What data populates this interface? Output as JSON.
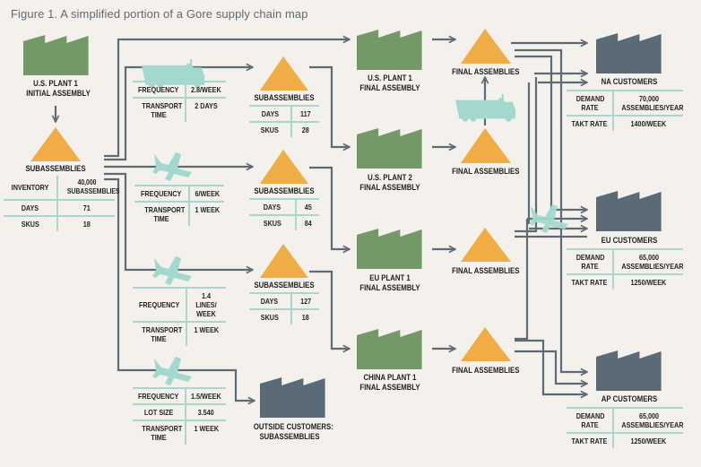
{
  "title": "Figure 1. A simplified portion of a Gore supply chain map",
  "colors": {
    "background": "#f4f1ec",
    "plant_green": "#739a66",
    "customer_slate": "#5a6a77",
    "inventory_orange": "#f0ad45",
    "transport_teal": "#a3d8cf",
    "line_slate": "#5e6a75",
    "table_rule": "#a7d7cf"
  },
  "nodes": {
    "us_plant1_initial": {
      "label_line1": "U.S. PLANT 1",
      "label_line2": "INITIAL ASSEMBLY",
      "icon": "factory-icon"
    },
    "sub_main": {
      "label": "SUBASSEMBLIES",
      "rows": [
        {
          "key": "INVENTORY",
          "value": "40,000 SUBASSEMBLIES"
        },
        {
          "key": "DAYS",
          "value": "71"
        },
        {
          "key": "SKUS",
          "value": "18"
        }
      ]
    },
    "transport_truck": {
      "icon": "truck-icon",
      "rows": [
        {
          "key": "FREQUENCY",
          "value": "2.8/WEEK"
        },
        {
          "key": "TRANSPORT TIME",
          "value": "2 DAYS"
        }
      ]
    },
    "transport_air1": {
      "icon": "airplane-icon",
      "rows": [
        {
          "key": "FREQUENCY",
          "value": "6/WEEK"
        },
        {
          "key": "TRANSPORT TIME",
          "value": "1 WEEK"
        }
      ]
    },
    "transport_air2": {
      "icon": "airplane-icon",
      "rows": [
        {
          "key": "FREQUENCY",
          "value": "1.4 LINES/ WEEK"
        },
        {
          "key": "TRANSPORT TIME",
          "value": "1 WEEK"
        }
      ]
    },
    "transport_air3": {
      "icon": "airplane-icon",
      "rows": [
        {
          "key": "FREQUENCY",
          "value": "1.5/WEEK"
        },
        {
          "key": "LOT SIZE",
          "value": "3.540"
        },
        {
          "key": "TRANSPORT TIME",
          "value": "1 WEEK"
        }
      ]
    },
    "sub_a": {
      "label": "SUBASSEMBLIES",
      "rows": [
        {
          "key": "DAYS",
          "value": "117"
        },
        {
          "key": "SKUS",
          "value": "28"
        }
      ]
    },
    "sub_b": {
      "label": "SUBASSEMBLIES",
      "rows": [
        {
          "key": "DAYS",
          "value": "45"
        },
        {
          "key": "SKUS",
          "value": "84"
        }
      ]
    },
    "sub_c": {
      "label": "SUBASSEMBLIES",
      "rows": [
        {
          "key": "DAYS",
          "value": "127"
        },
        {
          "key": "SKUS",
          "value": "18"
        }
      ]
    },
    "outside_customers": {
      "label_line1": "OUTSIDE CUSTOMERS:",
      "label_line2": "SUBASSEMBLIES"
    },
    "us_plant1_final": {
      "label_line1": "U.S. PLANT 1",
      "label_line2": "FINAL ASSEMBLY"
    },
    "us_plant2_final": {
      "label_line1": "U.S. PLANT 2",
      "label_line2": "FINAL ASSEMBLY"
    },
    "eu_plant1_final": {
      "label_line1": "EU PLANT 1",
      "label_line2": "FINAL ASSEMBLY"
    },
    "china_plant1_final": {
      "label_line1": "CHINA PLANT 1",
      "label_line2": "FINAL ASSEMBLY"
    },
    "final_assemblies_label": "FINAL ASSEMBLIES",
    "na_customers": {
      "label": "NA CUSTOMERS",
      "rows": [
        {
          "key": "DEMAND RATE",
          "value": "70,000 ASSEMBLIES/YEAR"
        },
        {
          "key": "TAKT RATE",
          "value": "1400/WEEK"
        }
      ]
    },
    "eu_customers": {
      "label": "EU CUSTOMERS",
      "rows": [
        {
          "key": "DEMAND RATE",
          "value": "65,000 ASSEMBLIES/YEAR"
        },
        {
          "key": "TAKT RATE",
          "value": "1250/WEEK"
        }
      ]
    },
    "ap_customers": {
      "label": "AP CUSTOMERS",
      "rows": [
        {
          "key": "DEMAND RATE",
          "value": "65,000 ASSEMBLIES/YEAR"
        },
        {
          "key": "TAKT RATE",
          "value": "1250/WEEK"
        }
      ]
    }
  }
}
